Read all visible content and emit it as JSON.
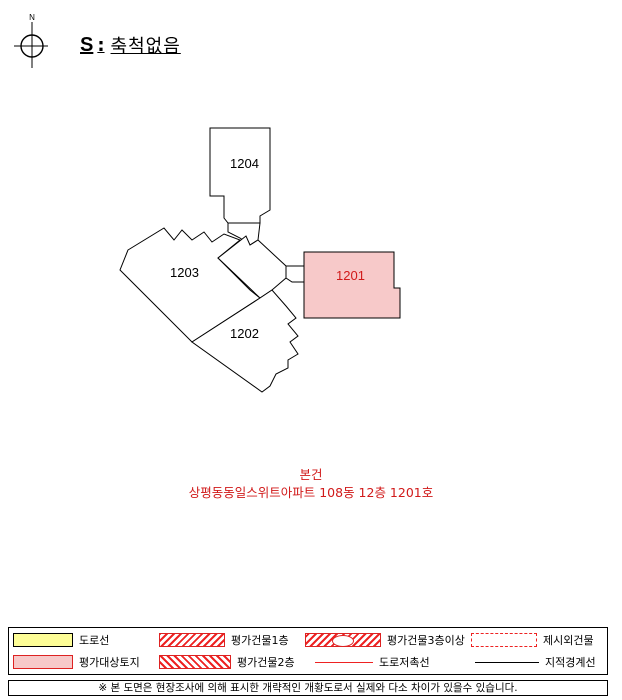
{
  "compass": {
    "north_label": "N"
  },
  "header": {
    "code": "S",
    "colon": ":",
    "scale": "축척없음"
  },
  "units": [
    {
      "label": "1204",
      "target": false
    },
    {
      "label": "1203",
      "target": false
    },
    {
      "label": "1202",
      "target": false
    },
    {
      "label": "1201",
      "target": true
    }
  ],
  "caption": {
    "line1": "본건",
    "line2": "상평동동일스위트아파트 108동 12층 1201호"
  },
  "legend": {
    "road": "도로선",
    "floor1": "평가건물1층",
    "floor3": "평가건물3층이상",
    "excluded": "제시외건물",
    "land": "평가대상토지",
    "floor2": "평가건물2층",
    "setback": "도로저촉선",
    "boundary": "지적경계선"
  },
  "notice": "※ 본 도면은 현장조사에 의해 표시한 개략적인 개황도로서 실제와 다소 차이가 있을수 있습니다.",
  "colors": {
    "target_fill": "#f7c9c9",
    "caption_red": "#d11a1a",
    "road_yellow": "#fdfd96"
  }
}
